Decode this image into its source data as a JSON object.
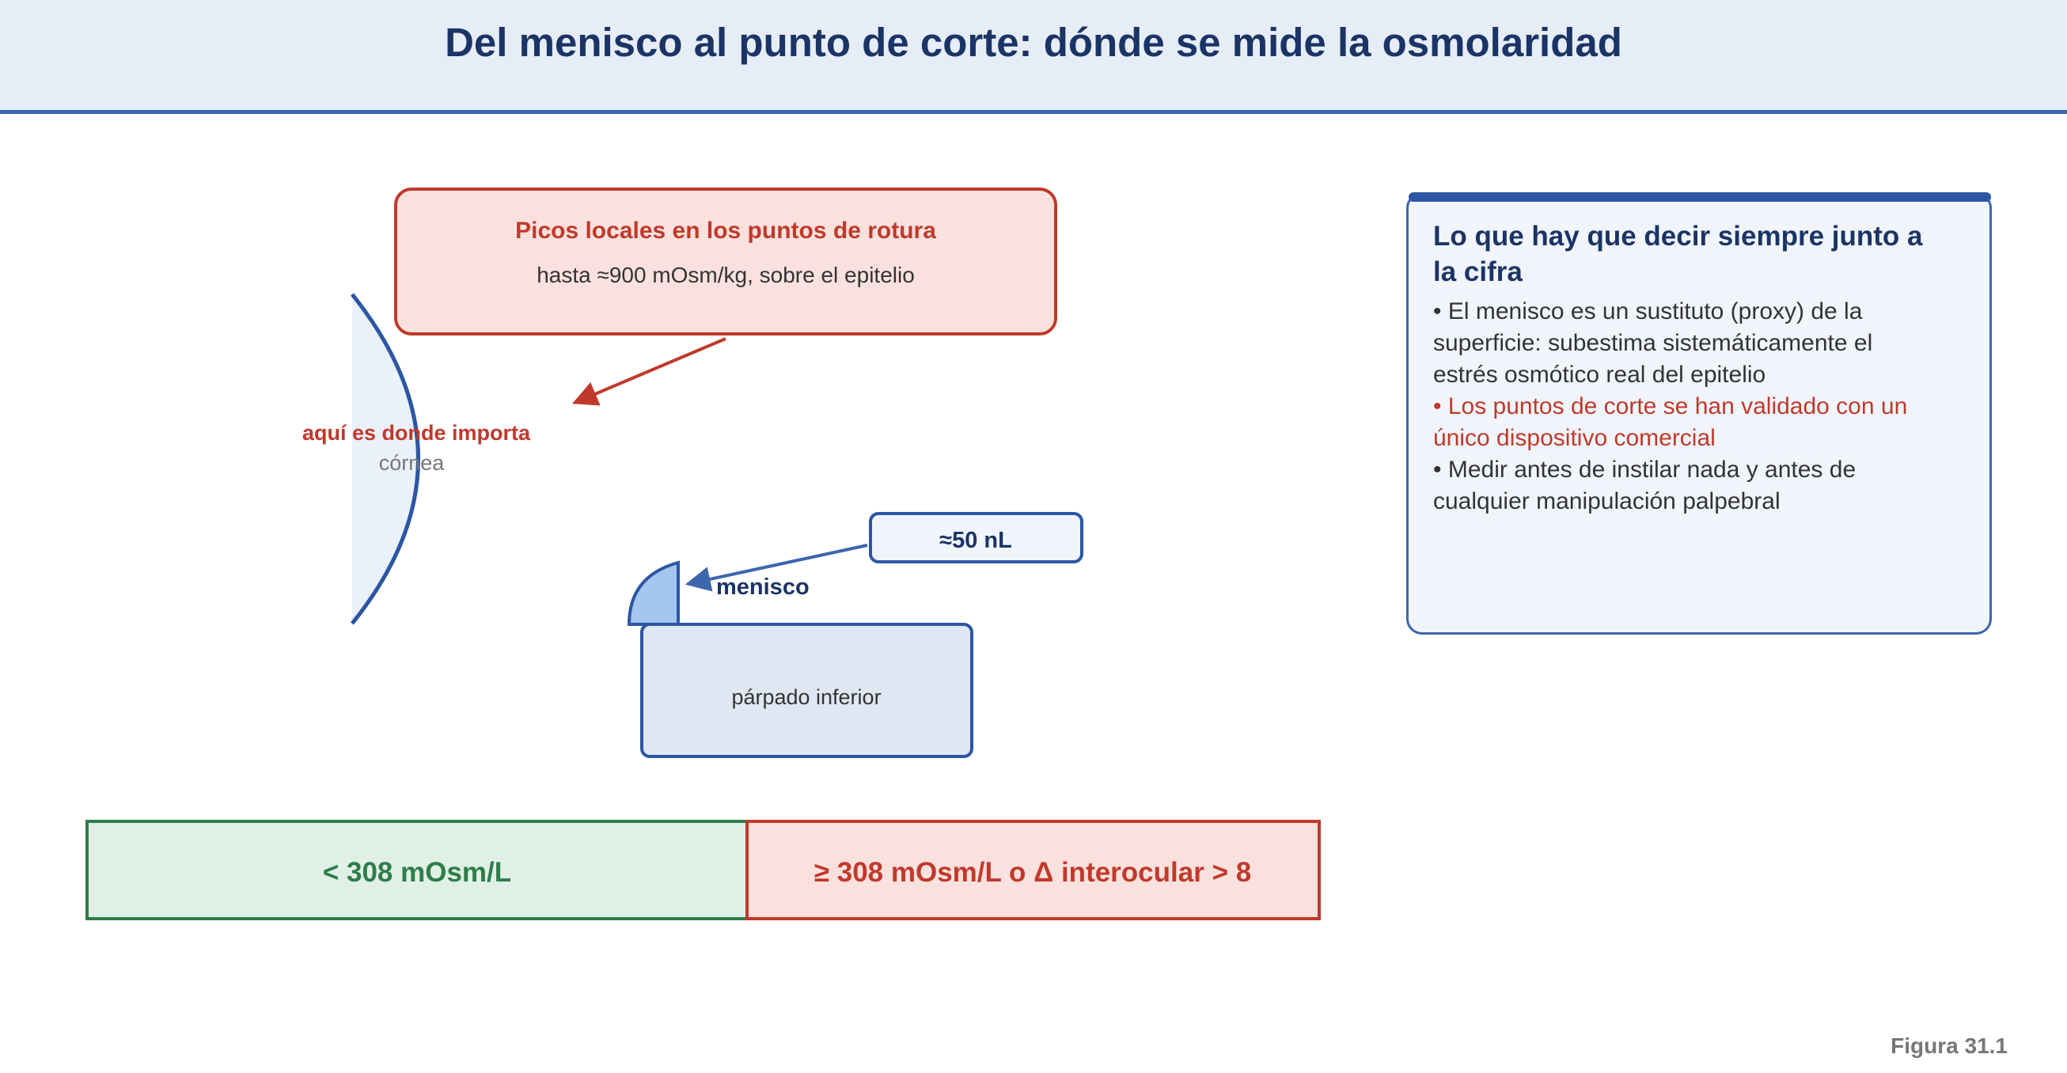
{
  "header": {
    "title": "Del menisco al punto de corte: dónde se mide la osmolaridad"
  },
  "callout_peaks": {
    "title": "Picos locales en los puntos de rotura",
    "text": "hasta ≈900 mOsm/kg, sobre el epitelio"
  },
  "cornea": {
    "highlight": "aquí es donde importa",
    "label": "córnea"
  },
  "meniscus": {
    "volume": "≈50 nL",
    "label": "menisco"
  },
  "eyelid": {
    "label": "párpado inferior"
  },
  "threshold_bar": {
    "normal": "< 308 mOsm/L",
    "abnormal": "≥ 308 mOsm/L o Δ interocular > 8"
  },
  "side_panel": {
    "title": "Lo que hay que decir siempre junto a la cifra",
    "items": [
      "• El menisco es un sustituto (proxy) de la superficie: subestima sistemáticamente el estrés osmótico real del epitelio",
      "• Los puntos de corte se han validado con un único dispositivo comercial",
      "• Medir antes de instilar nada y antes de cualquier manipulación palpebral"
    ]
  },
  "figure_label": "Figura 31.1",
  "colors": {
    "navy": "#1b3466",
    "blue": "#3d66ad",
    "red": "#c0392b",
    "green": "#2e7d4a",
    "red_fill": "#fbe1de",
    "green_fill": "#e0f0e6"
  }
}
